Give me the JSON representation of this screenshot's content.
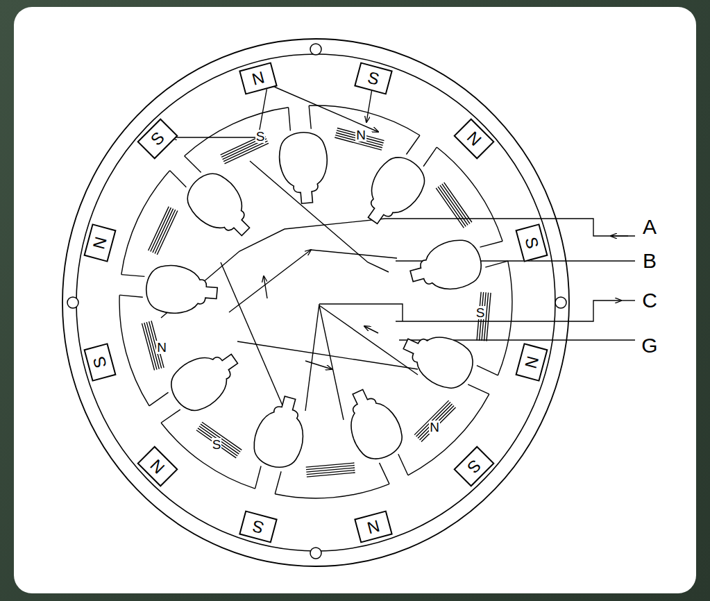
{
  "diagram": {
    "nodes": [
      {
        "text": [
          "N"
        ]
      },
      {
        "text": [
          "S"
        ]
      },
      {
        "text": [
          "N"
        ]
      },
      {
        "text": [
          "S"
        ]
      },
      {
        "text": [
          "N"
        ]
      },
      {
        "text": [
          "S"
        ]
      },
      {
        "text": [
          "N"
        ]
      },
      {
        "text": [
          "S"
        ]
      },
      {
        "text": [
          "N"
        ]
      },
      {
        "text": [
          "S"
        ]
      },
      {
        "text": [
          "N"
        ]
      },
      {
        "text": [
          "S"
        ]
      }
    ],
    "labels": [
      "S",
      "N",
      "S",
      "N",
      "S",
      "N",
      "A",
      "B",
      "C",
      "G"
    ]
  }
}
